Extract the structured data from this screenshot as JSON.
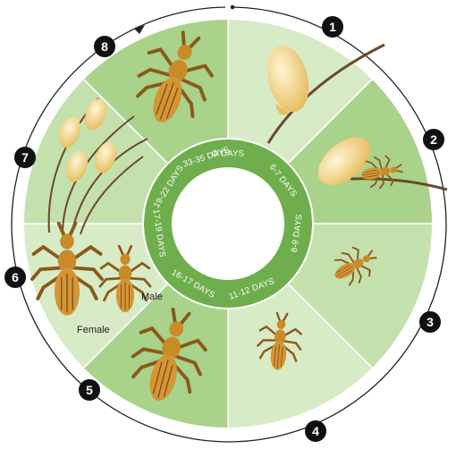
{
  "diagram": {
    "stage_labels": [
      "O DAYS",
      "6-7 DAYS",
      "8-9 DAYS",
      "11-12 DAYS",
      "16-17 DAYS",
      "17-19 DAYS",
      "19-22 DAYS",
      "33-35 DAYS"
    ],
    "step_numbers": [
      "1",
      "2",
      "3",
      "4",
      "5",
      "6",
      "7",
      "8"
    ],
    "sex_labels": {
      "male": "Male",
      "female": "Female"
    },
    "colors": {
      "sector_light": "#d8ebc7",
      "sector_mid": "#a9d28b",
      "sector_alt": "#c4e1ad",
      "ring": "#6fae4c",
      "badge": "#111111",
      "egg": "#f3d485",
      "louse": "#c98a2a",
      "louse_dark": "#7a4a12",
      "hair": "#6a4a2a"
    }
  }
}
